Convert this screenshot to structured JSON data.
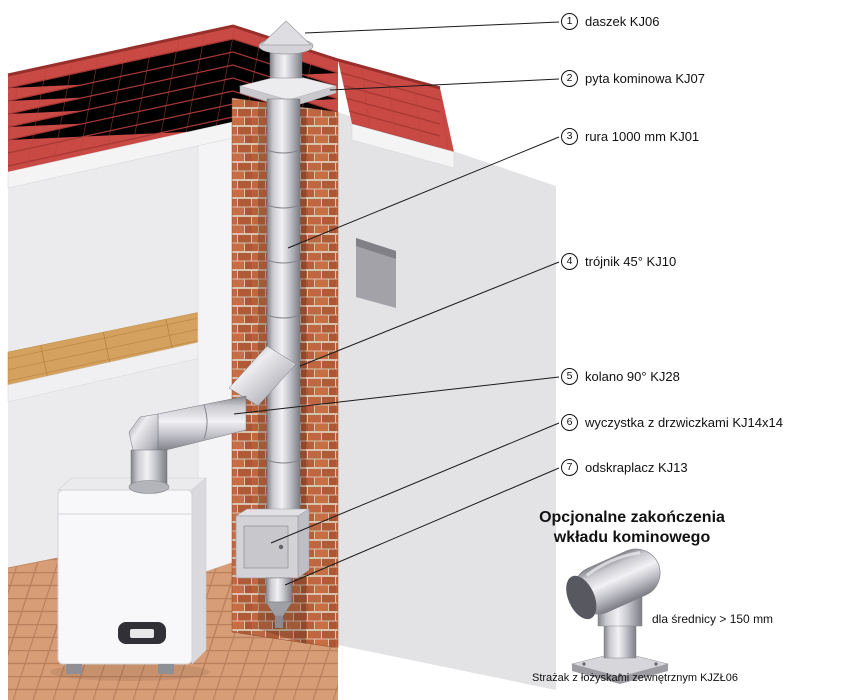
{
  "diagram": {
    "callouts": [
      {
        "num": "1",
        "label": "daszek KJ06"
      },
      {
        "num": "2",
        "label": "pyta kominowa KJ07"
      },
      {
        "num": "3",
        "label": "rura 1000 mm KJ01"
      },
      {
        "num": "4",
        "label": "trójnik 45° KJ10"
      },
      {
        "num": "5",
        "label": "kolano 90° KJ28"
      },
      {
        "num": "6",
        "label": "wyczystka z drzwiczkami KJ14x14"
      },
      {
        "num": "7",
        "label": "odskraplacz KJ13"
      }
    ],
    "optional": {
      "title_line1": "Opcjonalne zakończenia",
      "title_line2": "wkładu kominowego",
      "note": "dla średnicy > 150 mm",
      "caption": "Strażak z łożyskami zewnętrznym KJZŁ06"
    },
    "colors": {
      "roof_red": "#c94944",
      "brick_orange": "#c06a41",
      "steel_gray": "#c0c0c7",
      "wall_gray": "#e3e3e6",
      "floor_terracotta": "#d79d77",
      "wood": "#d4a25e",
      "text": "#111111"
    }
  }
}
